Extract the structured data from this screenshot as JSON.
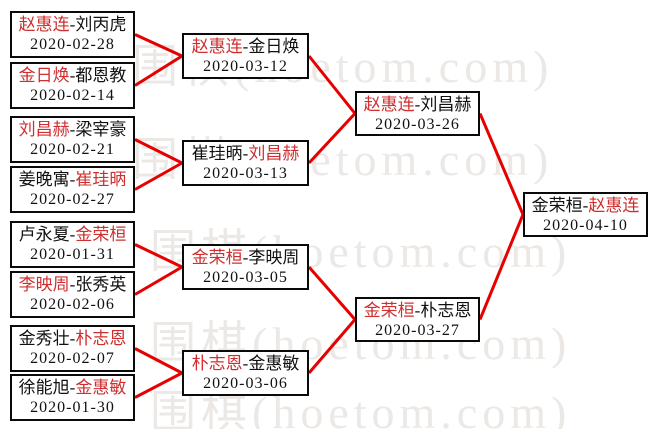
{
  "watermark": {
    "text": "围棋(hoetom.com)",
    "color": "#ebe8e5"
  },
  "colors": {
    "connector_line": "#e60000",
    "winner_name": "#cf2f2f",
    "box_border": "#0a0a0a"
  },
  "bracket": {
    "separator": "-",
    "round1": [
      {
        "p1": "赵惠连",
        "p2": "刘丙虎",
        "winner": 1,
        "date": "2020-02-28"
      },
      {
        "p1": "金日焕",
        "p2": "都恩教",
        "winner": 1,
        "date": "2020-02-14"
      },
      {
        "p1": "刘昌赫",
        "p2": "梁宰豪",
        "winner": 1,
        "date": "2020-02-21"
      },
      {
        "p1": "姜晚寓",
        "p2": "崔珪昞",
        "winner": 2,
        "date": "2020-02-27"
      },
      {
        "p1": "卢永夏",
        "p2": "金荣桓",
        "winner": 2,
        "date": "2020-01-31"
      },
      {
        "p1": "李映周",
        "p2": "张秀英",
        "winner": 1,
        "date": "2020-02-06"
      },
      {
        "p1": "金秀壮",
        "p2": "朴志恩",
        "winner": 2,
        "date": "2020-02-07"
      },
      {
        "p1": "徐能旭",
        "p2": "金惠敏",
        "winner": 2,
        "date": "2020-01-30"
      }
    ],
    "round2": [
      {
        "p1": "赵惠连",
        "p2": "金日焕",
        "winner": 1,
        "date": "2020-03-12"
      },
      {
        "p1": "崔珪昞",
        "p2": "刘昌赫",
        "winner": 2,
        "date": "2020-03-13"
      },
      {
        "p1": "金荣桓",
        "p2": "李映周",
        "winner": 1,
        "date": "2020-03-05"
      },
      {
        "p1": "朴志恩",
        "p2": "金惠敏",
        "winner": 1,
        "date": "2020-03-06"
      }
    ],
    "semifinals": [
      {
        "p1": "赵惠连",
        "p2": "刘昌赫",
        "winner": 1,
        "date": "2020-03-26"
      },
      {
        "p1": "金荣桓",
        "p2": "朴志恩",
        "winner": 1,
        "date": "2020-03-27"
      }
    ],
    "final": [
      {
        "p1": "金荣桓",
        "p2": "赵惠连",
        "winner": 2,
        "date": "2020-04-10"
      }
    ]
  }
}
